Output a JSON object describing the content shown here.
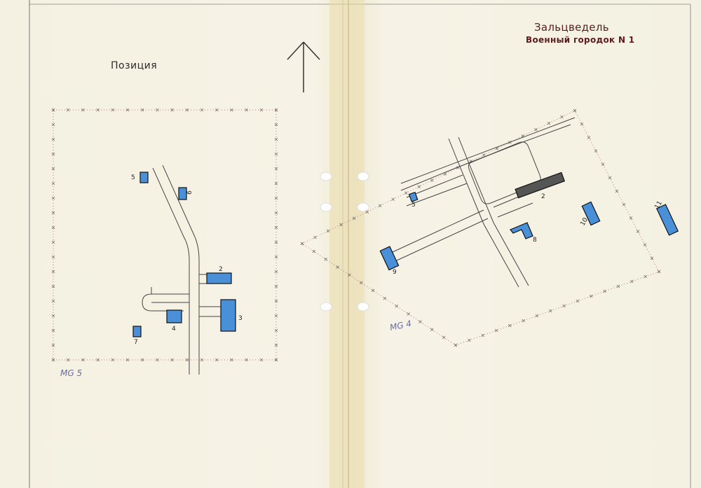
{
  "titles": {
    "left": "Позиция",
    "right": "Зальцведель",
    "right_sub": "Военный городок N 1"
  },
  "areas": {
    "left": "MG 5",
    "right": "MG 4"
  },
  "buildings_left": [
    {
      "id": "5",
      "label": "5"
    },
    {
      "id": "6",
      "label": "6"
    },
    {
      "id": "2",
      "label": "2"
    },
    {
      "id": "3",
      "label": "3"
    },
    {
      "id": "4",
      "label": "4"
    },
    {
      "id": "7",
      "label": "7"
    }
  ],
  "buildings_right": [
    {
      "id": "5",
      "label": "5"
    },
    {
      "id": "2",
      "label": "2"
    },
    {
      "id": "10",
      "label": "10"
    },
    {
      "id": "11",
      "label": "11"
    },
    {
      "id": "8",
      "label": "8"
    },
    {
      "id": "9",
      "label": "9"
    }
  ],
  "colors": {
    "building": "#4a90d9",
    "building_dark": "#3a3a3a",
    "fence": "#b38080",
    "road": "#444444",
    "tape": "#e8d9a0"
  },
  "icons": {
    "north": "north-arrow-icon"
  }
}
